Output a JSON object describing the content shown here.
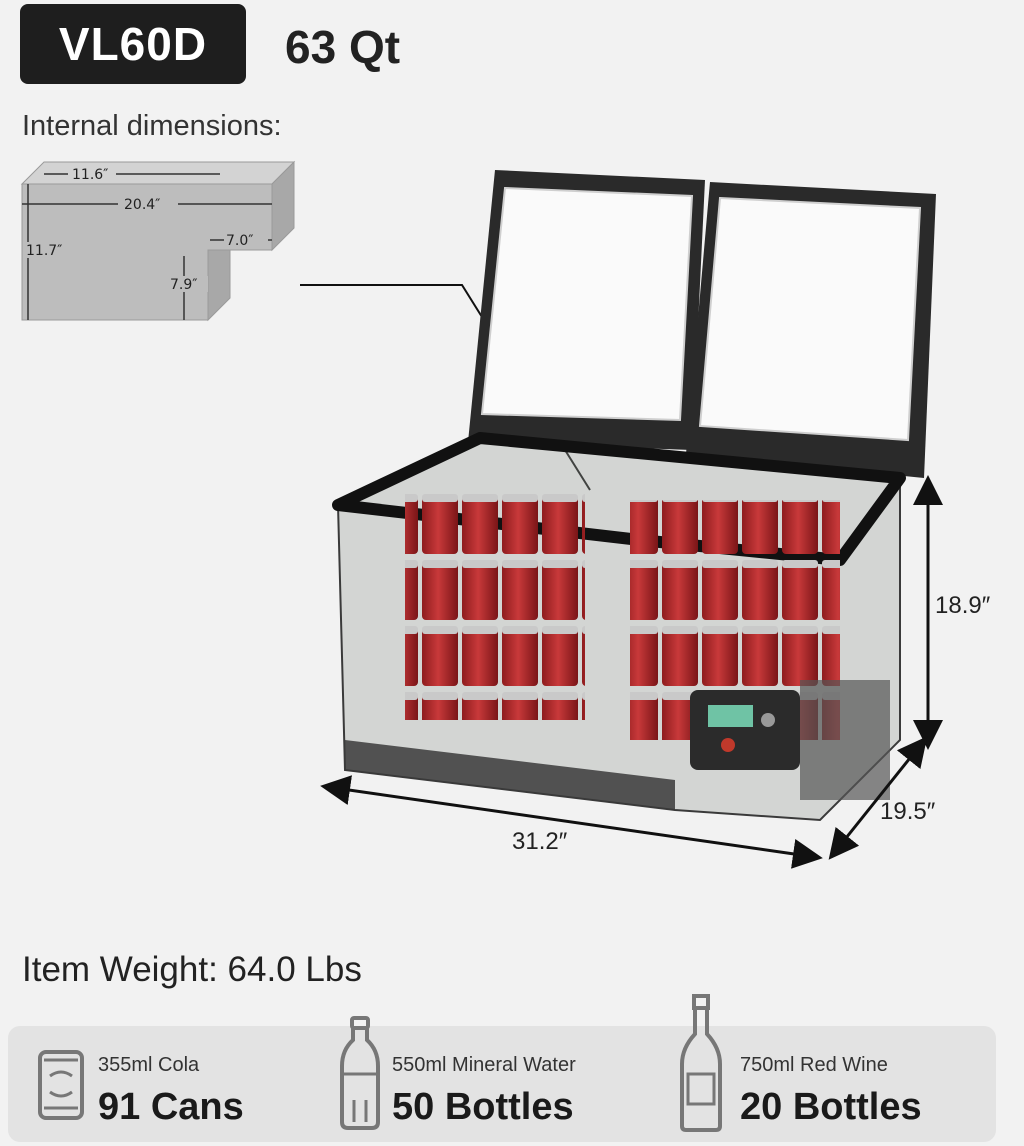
{
  "header": {
    "model": "VL60D",
    "capacity": "63 Qt"
  },
  "internal": {
    "label": "Internal dimensions:",
    "width_top": "11.6″",
    "length": "20.4″",
    "step": "7.0″",
    "height": "11.7″",
    "step_height": "7.9″"
  },
  "external": {
    "height": "18.9″",
    "length": "31.2″",
    "depth": "19.5″"
  },
  "weight": "Item Weight: 64.0 Lbs",
  "capacity_items": [
    {
      "icon": "can-icon",
      "small": "355ml Cola",
      "big": "91 Cans"
    },
    {
      "icon": "water-bottle-icon",
      "small": "550ml Mineral Water",
      "big": "50 Bottles"
    },
    {
      "icon": "wine-bottle-icon",
      "small": "750ml Red Wine",
      "big": "20 Bottles"
    }
  ],
  "colors": {
    "badge": "#1e1e1e",
    "can_red": "#b3272a",
    "panel": "#e3e3e3"
  }
}
